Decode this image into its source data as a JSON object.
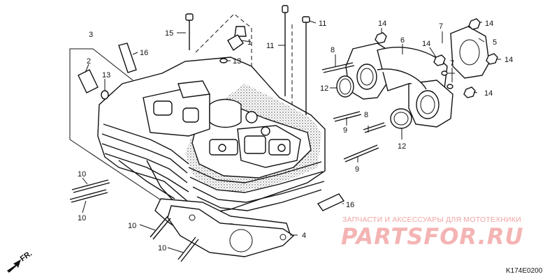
{
  "diagram": {
    "callouts": [
      {
        "id": "c1",
        "label": "1"
      },
      {
        "id": "c2",
        "label": "2"
      },
      {
        "id": "c3",
        "label": "3"
      },
      {
        "id": "c4",
        "label": "4"
      },
      {
        "id": "c5",
        "label": "5"
      },
      {
        "id": "c6",
        "label": "6"
      },
      {
        "id": "c7a",
        "label": "7"
      },
      {
        "id": "c7b",
        "label": "7"
      },
      {
        "id": "c8a",
        "label": "8"
      },
      {
        "id": "c8b",
        "label": "8"
      },
      {
        "id": "c9a",
        "label": "9"
      },
      {
        "id": "c9b",
        "label": "9"
      },
      {
        "id": "c10a",
        "label": "10"
      },
      {
        "id": "c10b",
        "label": "10"
      },
      {
        "id": "c10c",
        "label": "10"
      },
      {
        "id": "c10d",
        "label": "10"
      },
      {
        "id": "c11a",
        "label": "11"
      },
      {
        "id": "c11b",
        "label": "11"
      },
      {
        "id": "c12a",
        "label": "12"
      },
      {
        "id": "c12b",
        "label": "12"
      },
      {
        "id": "c13a",
        "label": "13"
      },
      {
        "id": "c13b",
        "label": "13"
      },
      {
        "id": "c14a",
        "label": "14"
      },
      {
        "id": "c14b",
        "label": "14"
      },
      {
        "id": "c14c",
        "label": "14"
      },
      {
        "id": "c14d",
        "label": "14"
      },
      {
        "id": "c14e",
        "label": "14"
      },
      {
        "id": "c15",
        "label": "15"
      },
      {
        "id": "c16a",
        "label": "16"
      },
      {
        "id": "c16b",
        "label": "16"
      }
    ],
    "direction_label": "FR.",
    "diagram_code": "K174E0200"
  },
  "watermark": {
    "tagline": "ЗАПЧАСТИ И АКСЕССУАРЫ ДЛЯ МОТОТЕХНИКИ",
    "brand": "PARTSFOR.RU",
    "color": "#f2a3a3"
  }
}
